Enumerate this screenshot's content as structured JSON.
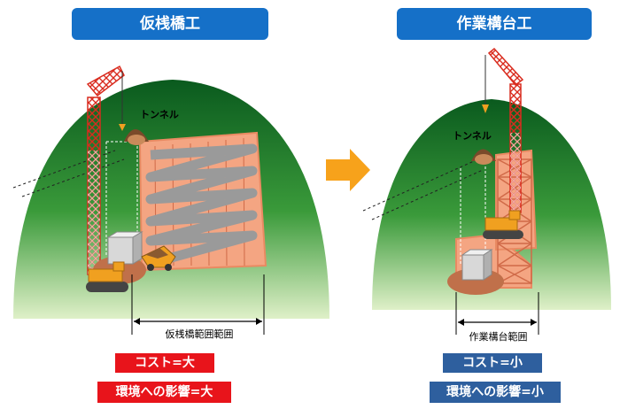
{
  "left": {
    "title": "仮桟橋工",
    "tunnel_label": "トンネル",
    "range_label": "仮桟橋範囲範囲",
    "cost_label": "コスト=大",
    "env_label": "環境への影響=大"
  },
  "right": {
    "title": "作業構台工",
    "tunnel_label": "トンネル",
    "range_label": "作業構台範囲",
    "cost_label": "コスト=小",
    "env_label": "環境への影響=小"
  },
  "colors": {
    "title_blue": "#1570c8",
    "red_tag": "#e8141b",
    "blue_tag": "#2e5f9e",
    "arrow": "#f7a21b",
    "crane_red": "#d92b1e",
    "platform": "#f4a582"
  }
}
